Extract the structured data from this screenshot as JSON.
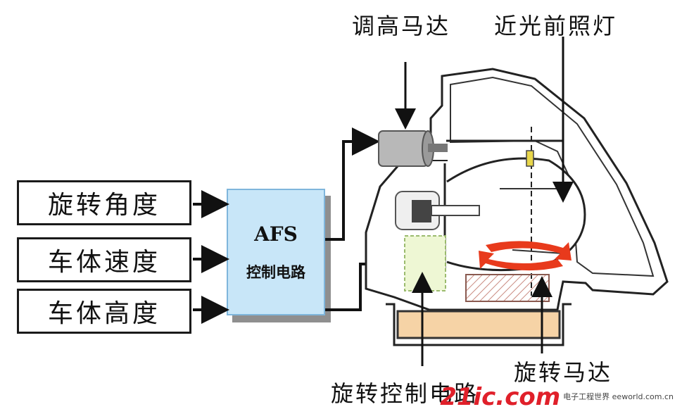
{
  "inputs": [
    "旋转角度",
    "车体速度",
    "车体高度"
  ],
  "controller": {
    "title": "AFS",
    "subtitle": "控制电路"
  },
  "labels": {
    "leveling_motor": "调高马达",
    "low_beam": "近光前照灯",
    "swivel_motor": "旋转马达",
    "swivel_control": "旋转控制电路"
  },
  "watermark": {
    "main": "21ic.com",
    "side": "电子工程世界 eeworld.com.cn"
  },
  "colors": {
    "afs_fill": "#c8e6f8",
    "motor_fill": "#b8b8b8",
    "control_fill": "#eef7d4",
    "base_fill": "#f6d3a6",
    "swivel_fill": "#f2c7c0",
    "rotation_arrow": "#e83a1c"
  }
}
